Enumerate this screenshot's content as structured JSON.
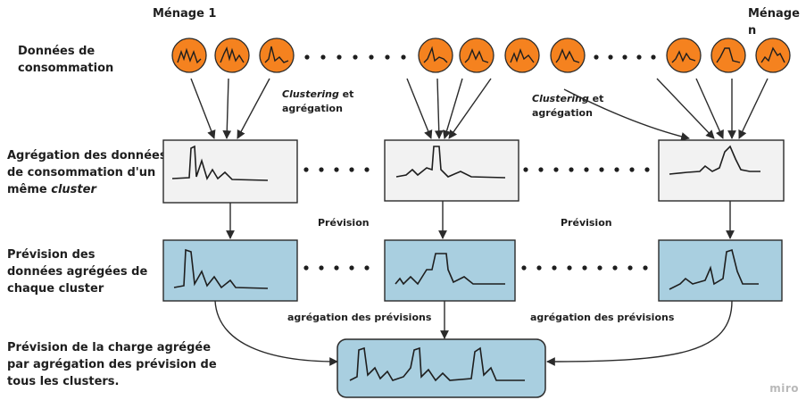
{
  "header": {
    "menage_1": "Ménage 1",
    "menage_n": "Ménage n"
  },
  "rows": {
    "donnees_line1": "Données de",
    "donnees_line2": "consommation",
    "agregation_line1": "Agrégation des données",
    "agregation_line2": "de consommation d'un",
    "agregation_line3_a": "même ",
    "agregation_line3_b": "cluster",
    "prevision_line1": "Prévision des",
    "prevision_line2": "données agrégées de",
    "prevision_line3": "chaque cluster",
    "charge_line1": "Prévision de la charge agrégée",
    "charge_line2": "par agrégation des prévision de",
    "charge_line3": "tous les clusters."
  },
  "annotations": {
    "clustering1_a": "Clustering",
    "clustering1_b": " et",
    "clustering1_c": "agrégation",
    "clustering2_a": "Clustering",
    "clustering2_b": " et",
    "clustering2_c": "agrégation",
    "prevision1": "Prévision",
    "prevision2": "Prévision",
    "agreg_prev1": "agrégation des prévisions",
    "agreg_prev2": "agrégation des prévisions"
  },
  "watermark": "miro",
  "colors": {
    "household": "#f5821f",
    "grey_box": "#f2f2f2",
    "blue_box": "#a9cfe0",
    "stroke": "#2b2b2b"
  }
}
